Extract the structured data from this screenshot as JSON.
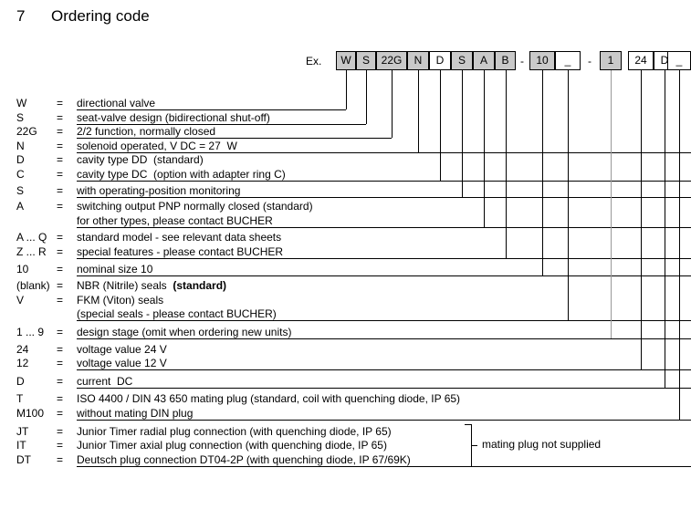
{
  "heading": {
    "number": "7",
    "title": "Ordering code"
  },
  "example": {
    "label": "Ex.",
    "separator": "-",
    "boxes": [
      {
        "text": "W",
        "shaded": true
      },
      {
        "text": "S",
        "shaded": true
      },
      {
        "text": "22G",
        "shaded": true
      },
      {
        "text": "N",
        "shaded": true
      },
      {
        "text": "D",
        "shaded": false
      },
      {
        "text": "S",
        "shaded": true
      },
      {
        "text": "A",
        "shaded": true
      },
      {
        "text": "B",
        "shaded": true
      },
      {
        "text": "10",
        "shaded": true
      },
      {
        "text": "_",
        "shaded": false
      },
      {
        "text": "1",
        "shaded": true
      },
      {
        "text": "24",
        "shaded": false
      },
      {
        "text": "D",
        "shaded": false
      },
      {
        "text": "_",
        "shaded": false
      }
    ]
  },
  "equals": "=",
  "legend": [
    {
      "code": "W",
      "text": "directional valve"
    },
    {
      "code": "S",
      "text": "seat-valve design (bidirectional shut-off)"
    },
    {
      "code": "22G",
      "text": "2/2 function, normally closed"
    },
    {
      "code": "N",
      "text": "solenoid operated, V DC = 27  W"
    },
    {
      "code": "D",
      "text": "cavity type DD  (standard)"
    },
    {
      "code": "C",
      "text": "cavity type DC  (option with adapter ring C)"
    },
    {
      "code": "S",
      "text": "with operating-position monitoring"
    },
    {
      "code": "A",
      "text": "switching output PNP normally closed (standard)"
    },
    {
      "code": "",
      "text": "for other types, please contact BUCHER"
    },
    {
      "code": "A ... Q",
      "text": "standard model - see relevant data sheets"
    },
    {
      "code": "Z ... R",
      "text": "special features - please contact BUCHER"
    },
    {
      "code": "10",
      "text": "nominal size 10"
    },
    {
      "code": "(blank)",
      "text": "NBR (Nitrile) seals  ",
      "bold_suffix": "(standard)"
    },
    {
      "code": "V",
      "text": "FKM (Viton) seals"
    },
    {
      "code": "",
      "text": "(special seals - please contact BUCHER)"
    },
    {
      "code": "1 ... 9",
      "text": "design stage (omit when ordering new units)"
    },
    {
      "code": "24",
      "text": "voltage value 24 V"
    },
    {
      "code": "12",
      "text": "voltage value 12 V"
    },
    {
      "code": "D",
      "text": "current  DC"
    },
    {
      "code": "T",
      "text": "ISO 4400 / DIN 43 650 mating plug (standard, coil with quenching diode, IP 65)"
    },
    {
      "code": "M100",
      "text": "without mating DIN plug"
    },
    {
      "code": "JT",
      "text": "Junior Timer radial plug connection (with quenching diode, IP 65)"
    },
    {
      "code": "IT",
      "text": "Junior Timer axial plug connection (with quenching diode, IP 65)"
    },
    {
      "code": "DT",
      "text": "Deutsch plug connection DT04-2P (with quenching diode, IP 67/69K)"
    }
  ],
  "brace_note": "mating plug not supplied",
  "colors": {
    "shaded_box": "#c9c9c9",
    "line": "#000000",
    "gray_line": "#999999"
  }
}
